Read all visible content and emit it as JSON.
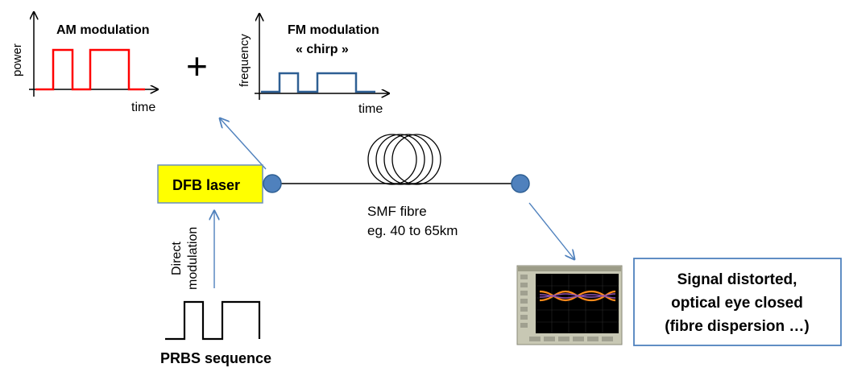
{
  "am_plot": {
    "title": "AM modulation",
    "ylabel": "power",
    "xlabel": "time"
  },
  "plus_sign": "+",
  "fm_plot": {
    "title": "FM modulation",
    "subtitle": "« chirp »",
    "ylabel": "frequency",
    "xlabel": "time"
  },
  "laser": {
    "label": "DFB laser"
  },
  "fibre": {
    "label_line1": "SMF fibre",
    "label_line2": "eg. 40 to 65km"
  },
  "direct_modulation": {
    "line1": "Direct",
    "line2": "modulation"
  },
  "prbs": {
    "label": "PRBS sequence"
  },
  "result": {
    "line1": "Signal distorted,",
    "line2": "optical eye closed",
    "line3": "(fibre dispersion …)"
  },
  "colors": {
    "am_trace": "#ff0000",
    "fm_trace": "#2e5f93",
    "laser_fill": "#ffff00",
    "laser_border": "#6a8fbd",
    "node_fill": "#4f81bd",
    "arrow": "#4f81bd",
    "result_border": "#4f81bd",
    "scope_frame": "#c8c8b4",
    "scope_screen": "#000000",
    "eye_orange": "#ff8c1a",
    "eye_purple": "#8a4fb0"
  },
  "icons": [
    "arrow-up-icon",
    "arrow-right-icon",
    "fibre-coil-icon",
    "oscilloscope-icon"
  ]
}
